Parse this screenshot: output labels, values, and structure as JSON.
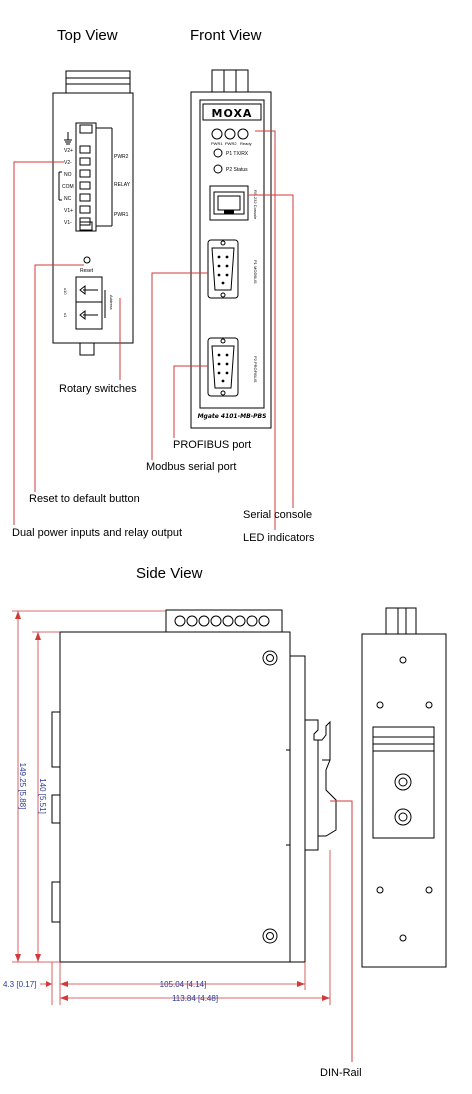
{
  "views": {
    "top": "Top View",
    "front": "Front View",
    "side": "Side View"
  },
  "callouts": {
    "rotary": "Rotary switches",
    "profibus": "PROFIBUS port",
    "modbus": "Modbus serial port",
    "reset": "Reset to default button",
    "serial_console": "Serial console",
    "dual_power": "Dual power inputs and relay output",
    "led": "LED indicators",
    "din_rail": "DIN-Rail"
  },
  "top_panel": {
    "pins": [
      "V2+",
      "V2-",
      "NO",
      "COM",
      "NC",
      "V1+",
      "V1-"
    ],
    "group_pwr2": "PWR2",
    "group_relay": "RELAY",
    "group_pwr1": "PWR1",
    "reset": "Reset",
    "switch_x10": "x10",
    "switch_x1": "x1",
    "address": "Address"
  },
  "front_panel": {
    "logo": "MOXA",
    "led_labels": [
      "PWR1",
      "PWR2",
      "Ready"
    ],
    "p1_led": "P1  TX/RX",
    "p2_led": "P2  Status",
    "console": "RS-232 Console",
    "p1_port": "P1 MODBUS",
    "p2_port": "P2 PROFIBUS",
    "model": "Mgate 4101-MB-PBS"
  },
  "dimensions": {
    "height_total": "149.25 [5.88]",
    "height_body": "140 [5.51]",
    "depth_offset": "4.3 [0.17]",
    "depth_body": "105.04 [4.14]",
    "depth_total": "113.84 [4.48]"
  }
}
